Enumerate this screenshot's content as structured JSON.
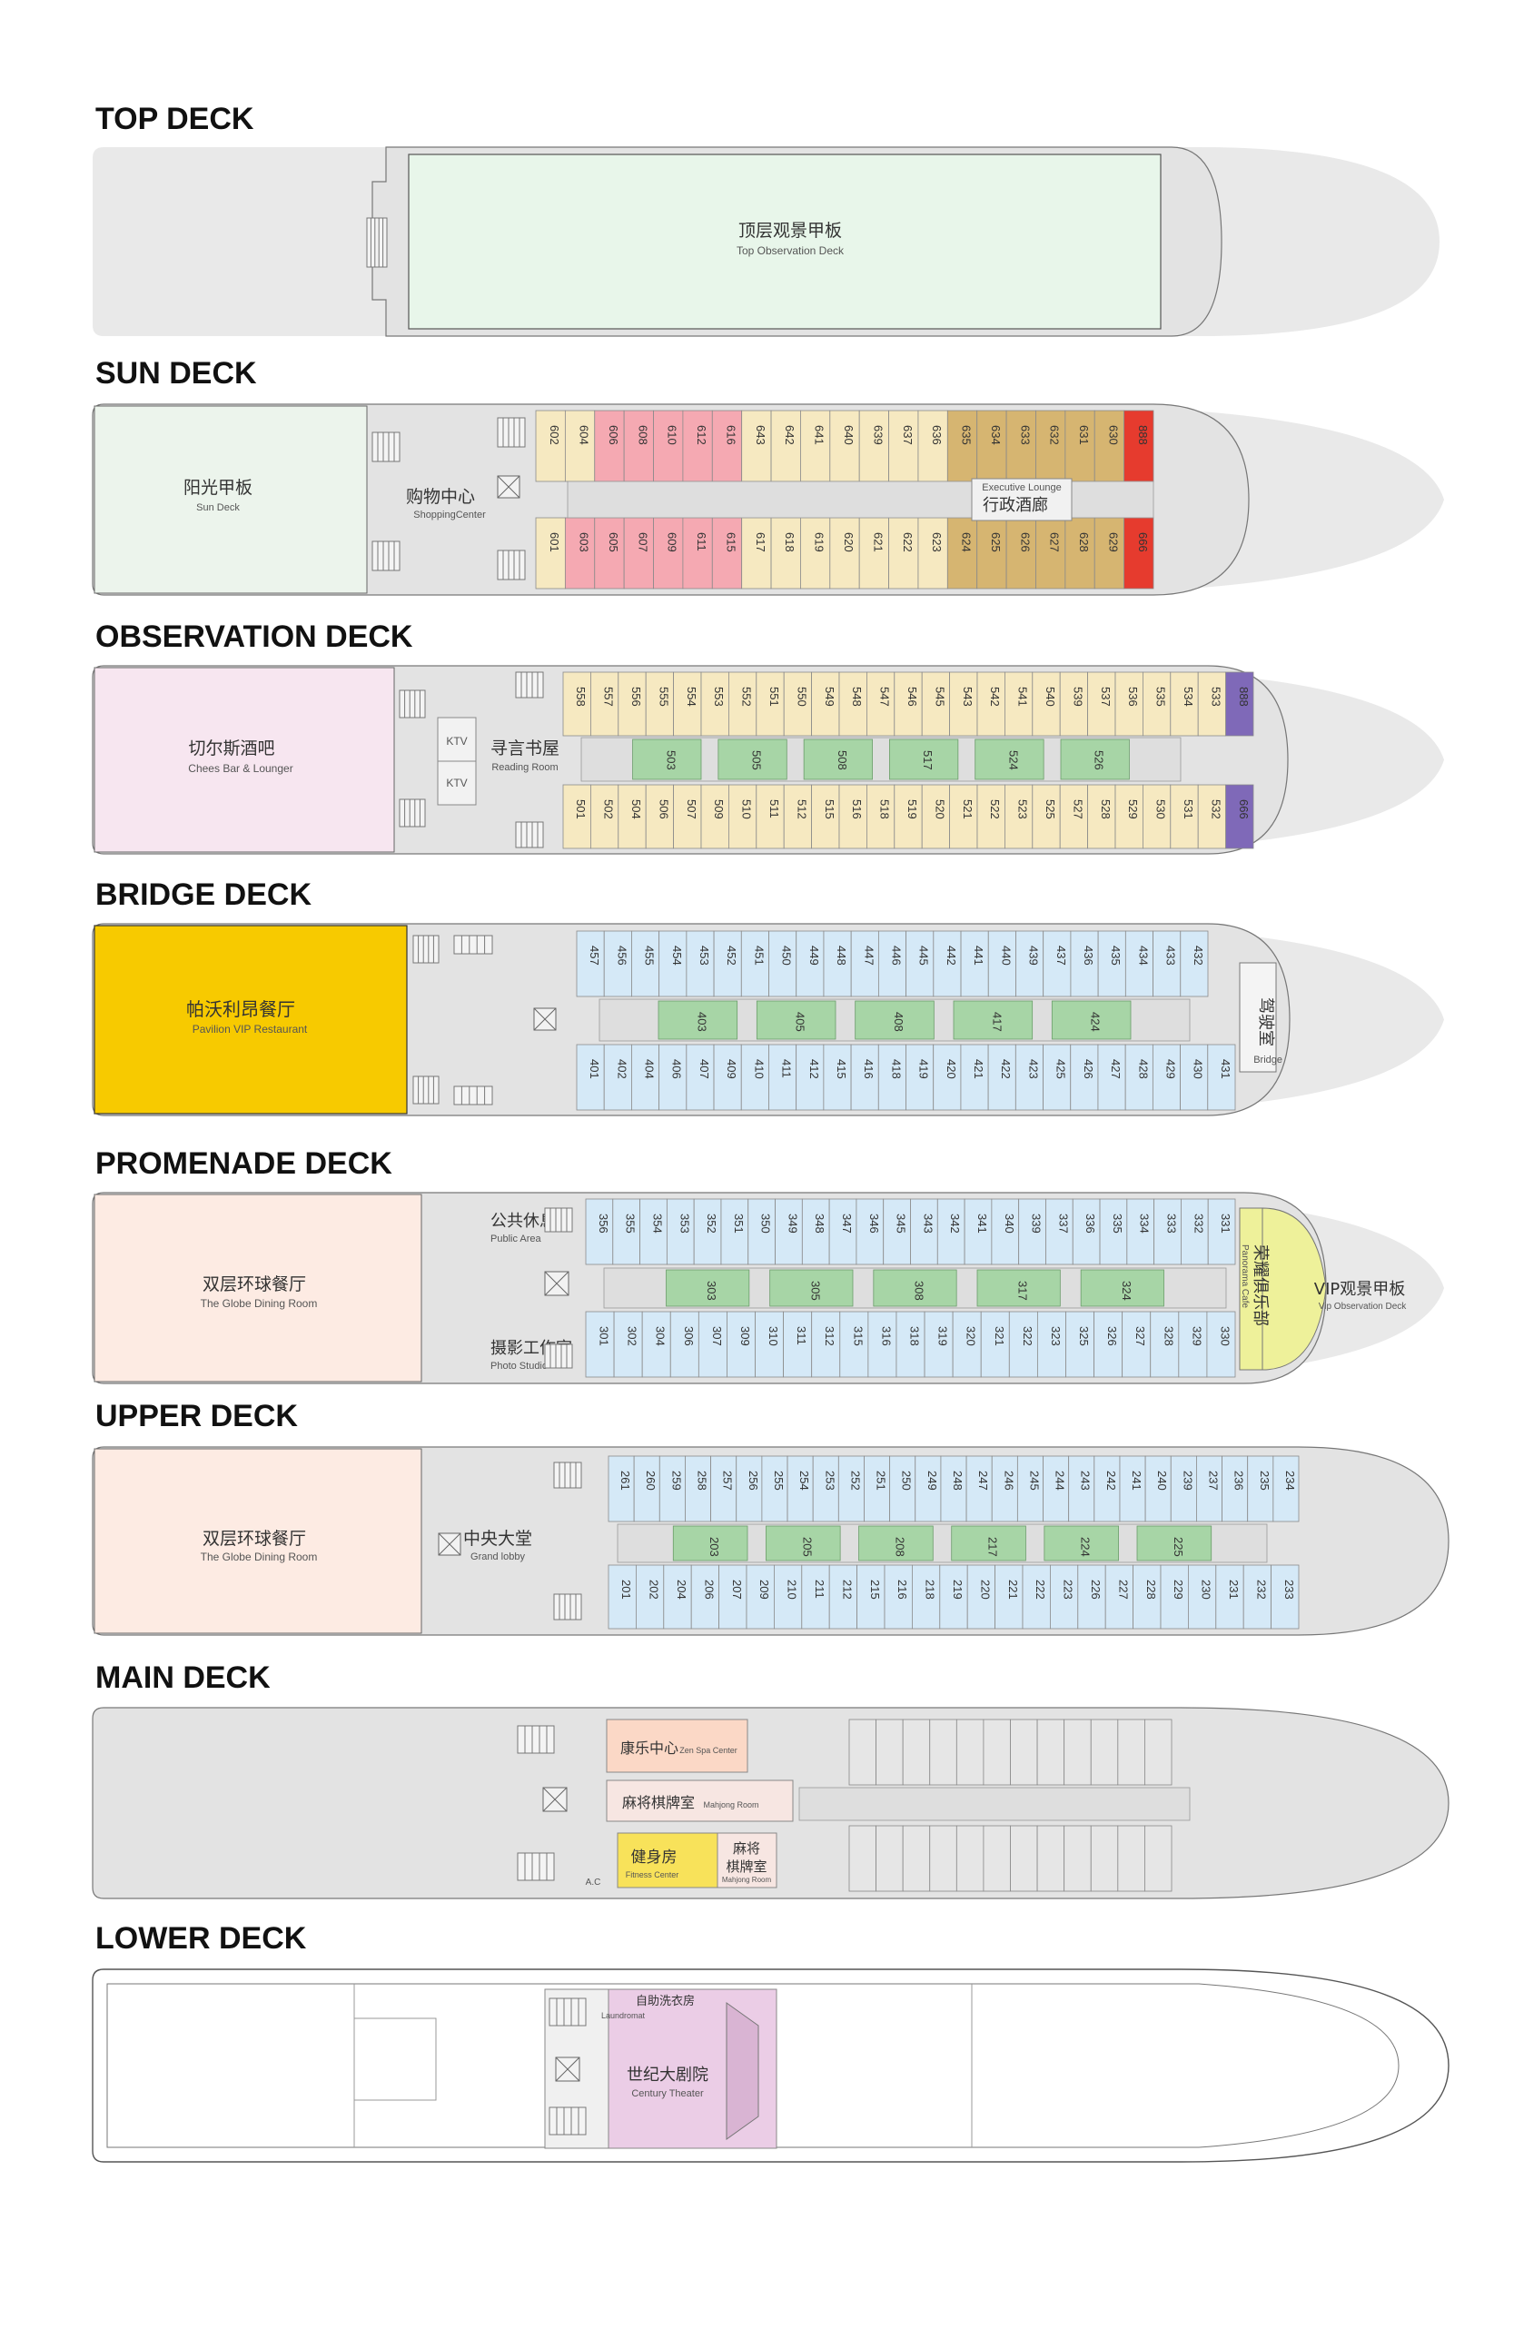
{
  "colors": {
    "blue_cabin": "#d5e9f7",
    "green_cabin": "#a7d5a6",
    "cream_cabin": "#f6e9c1",
    "pink_cabin": "#f5a9b2",
    "gold_cabin": "#d6b571",
    "red_cabin": "#e63b2e",
    "purple_cabin": "#7f69b8",
    "hull_gray": "#e3e3e3",
    "wake_gray": "#e9e9e9"
  },
  "decks": [
    {
      "id": "top",
      "title": "TOP DECK",
      "labels": [
        {
          "cn": "顶层观景甲板",
          "en": "Top Observation Deck"
        }
      ]
    },
    {
      "id": "sun",
      "title": "SUN DECK",
      "labels": [
        {
          "cn": "阳光甲板",
          "en": "Sun Deck"
        },
        {
          "cn": "购物中心",
          "en": "ShoppingCenter"
        },
        {
          "cn": "行政酒廊",
          "en": "Executive Lounge"
        }
      ],
      "cabins_top": [
        {
          "n": "602",
          "c": "cream"
        },
        {
          "n": "604",
          "c": "cream"
        },
        {
          "n": "606",
          "c": "pink"
        },
        {
          "n": "608",
          "c": "pink"
        },
        {
          "n": "610",
          "c": "pink"
        },
        {
          "n": "612",
          "c": "pink"
        },
        {
          "n": "616",
          "c": "pink"
        },
        {
          "n": "643",
          "c": "cream"
        },
        {
          "n": "642",
          "c": "cream"
        },
        {
          "n": "641",
          "c": "cream"
        },
        {
          "n": "640",
          "c": "cream"
        },
        {
          "n": "639",
          "c": "cream"
        },
        {
          "n": "637",
          "c": "cream"
        },
        {
          "n": "636",
          "c": "cream"
        },
        {
          "n": "635",
          "c": "gold"
        },
        {
          "n": "634",
          "c": "gold"
        },
        {
          "n": "633",
          "c": "gold"
        },
        {
          "n": "632",
          "c": "gold"
        },
        {
          "n": "631",
          "c": "gold"
        },
        {
          "n": "630",
          "c": "gold"
        },
        {
          "n": "888",
          "c": "red"
        }
      ],
      "cabins_bottom": [
        {
          "n": "601",
          "c": "cream"
        },
        {
          "n": "603",
          "c": "pink"
        },
        {
          "n": "605",
          "c": "pink"
        },
        {
          "n": "607",
          "c": "pink"
        },
        {
          "n": "609",
          "c": "pink"
        },
        {
          "n": "611",
          "c": "pink"
        },
        {
          "n": "615",
          "c": "pink"
        },
        {
          "n": "617",
          "c": "cream"
        },
        {
          "n": "618",
          "c": "cream"
        },
        {
          "n": "619",
          "c": "cream"
        },
        {
          "n": "620",
          "c": "cream"
        },
        {
          "n": "621",
          "c": "cream"
        },
        {
          "n": "622",
          "c": "cream"
        },
        {
          "n": "623",
          "c": "cream"
        },
        {
          "n": "624",
          "c": "gold"
        },
        {
          "n": "625",
          "c": "gold"
        },
        {
          "n": "626",
          "c": "gold"
        },
        {
          "n": "627",
          "c": "gold"
        },
        {
          "n": "628",
          "c": "gold"
        },
        {
          "n": "629",
          "c": "gold"
        },
        {
          "n": "666",
          "c": "red"
        }
      ]
    },
    {
      "id": "observation",
      "title": "OBSERVATION DECK",
      "labels": [
        {
          "cn": "切尔斯酒吧",
          "en": "Chees Bar & Lounger"
        },
        {
          "cn": "KTV",
          "en": ""
        },
        {
          "cn": "KTV",
          "en": ""
        },
        {
          "cn": "寻言书屋",
          "en": "Reading Room"
        }
      ],
      "cabins_top": [
        "558",
        "557",
        "556",
        "555",
        "554",
        "553",
        "552",
        "551",
        "550",
        "549",
        "548",
        "547",
        "546",
        "545",
        "543",
        "542",
        "541",
        "540",
        "539",
        "537",
        "536",
        "535",
        "534",
        "533",
        "888"
      ],
      "cabins_mid": [
        "503",
        "505",
        "508",
        "517",
        "524",
        "526"
      ],
      "cabins_bottom": [
        "501",
        "502",
        "504",
        "506",
        "507",
        "509",
        "510",
        "511",
        "512",
        "515",
        "516",
        "518",
        "519",
        "520",
        "521",
        "522",
        "523",
        "525",
        "527",
        "528",
        "529",
        "530",
        "531",
        "532",
        "666"
      ]
    },
    {
      "id": "bridge",
      "title": "BRIDGE DECK",
      "labels": [
        {
          "cn": "帕沃利昂餐厅",
          "en": "Pavilion VIP Restaurant"
        },
        {
          "cn": "驾驶室",
          "en": "Bridge"
        }
      ],
      "cabins_top": [
        "457",
        "456",
        "455",
        "454",
        "453",
        "452",
        "451",
        "450",
        "449",
        "448",
        "447",
        "446",
        "445",
        "442",
        "441",
        "440",
        "439",
        "437",
        "436",
        "435",
        "434",
        "433",
        "432"
      ],
      "cabins_mid": [
        "403",
        "405",
        "408",
        "417",
        "424"
      ],
      "cabins_bottom": [
        "401",
        "402",
        "404",
        "406",
        "407",
        "409",
        "410",
        "411",
        "412",
        "415",
        "416",
        "418",
        "419",
        "420",
        "421",
        "422",
        "423",
        "425",
        "426",
        "427",
        "428",
        "429",
        "430",
        "431"
      ]
    },
    {
      "id": "promenade",
      "title": "PROMENADE DECK",
      "labels": [
        {
          "cn": "双层环球餐厅",
          "en": "The Globe Dining Room"
        },
        {
          "cn": "公共休息区",
          "en": "Public Area"
        },
        {
          "cn": "摄影工作室",
          "en": "Photo Studio"
        },
        {
          "cn": "荣耀俱乐部",
          "en": "Panorama Cafe"
        },
        {
          "cn": "VIP观景甲板",
          "en": "Vip Observation Deck"
        }
      ],
      "cabins_top": [
        "356",
        "355",
        "354",
        "353",
        "352",
        "351",
        "350",
        "349",
        "348",
        "347",
        "346",
        "345",
        "343",
        "342",
        "341",
        "340",
        "339",
        "337",
        "336",
        "335",
        "334",
        "333",
        "332",
        "331"
      ],
      "cabins_mid": [
        "303",
        "305",
        "308",
        "317",
        "324"
      ],
      "cabins_bottom": [
        "301",
        "302",
        "304",
        "306",
        "307",
        "309",
        "310",
        "311",
        "312",
        "315",
        "316",
        "318",
        "319",
        "320",
        "321",
        "322",
        "323",
        "325",
        "326",
        "327",
        "328",
        "329",
        "330"
      ]
    },
    {
      "id": "upper",
      "title": "UPPER DECK",
      "labels": [
        {
          "cn": "双层环球餐厅",
          "en": "The Globe Dining Room"
        },
        {
          "cn": "中央大堂",
          "en": "Grand lobby"
        }
      ],
      "cabins_top": [
        "261",
        "260",
        "259",
        "258",
        "257",
        "256",
        "255",
        "254",
        "253",
        "252",
        "251",
        "250",
        "249",
        "248",
        "247",
        "246",
        "245",
        "244",
        "243",
        "242",
        "241",
        "240",
        "239",
        "237",
        "236",
        "235",
        "234"
      ],
      "cabins_mid": [
        "203",
        "205",
        "208",
        "217",
        "224",
        "225"
      ],
      "cabins_bottom": [
        "201",
        "202",
        "204",
        "206",
        "207",
        "209",
        "210",
        "211",
        "212",
        "215",
        "216",
        "218",
        "219",
        "220",
        "221",
        "222",
        "223",
        "226",
        "227",
        "228",
        "229",
        "230",
        "231",
        "232",
        "233"
      ]
    },
    {
      "id": "main",
      "title": "MAIN DECK",
      "labels": [
        {
          "cn": "康乐中心",
          "en": "Zen Spa Center"
        },
        {
          "cn": "麻将棋牌室",
          "en": "Mahjong Room"
        },
        {
          "cn": "健身房",
          "en": "Fitness Center"
        },
        {
          "cn": "麻将",
          "en": ""
        },
        {
          "cn": "棋牌室",
          "en": "Mahjong Room"
        },
        {
          "cn": "A.C",
          "en": ""
        }
      ]
    },
    {
      "id": "lower",
      "title": "LOWER DECK",
      "labels": [
        {
          "cn": "自助洗衣房",
          "en": "Laundromat"
        },
        {
          "cn": "世纪大剧院",
          "en": "Century Theater"
        }
      ]
    }
  ]
}
